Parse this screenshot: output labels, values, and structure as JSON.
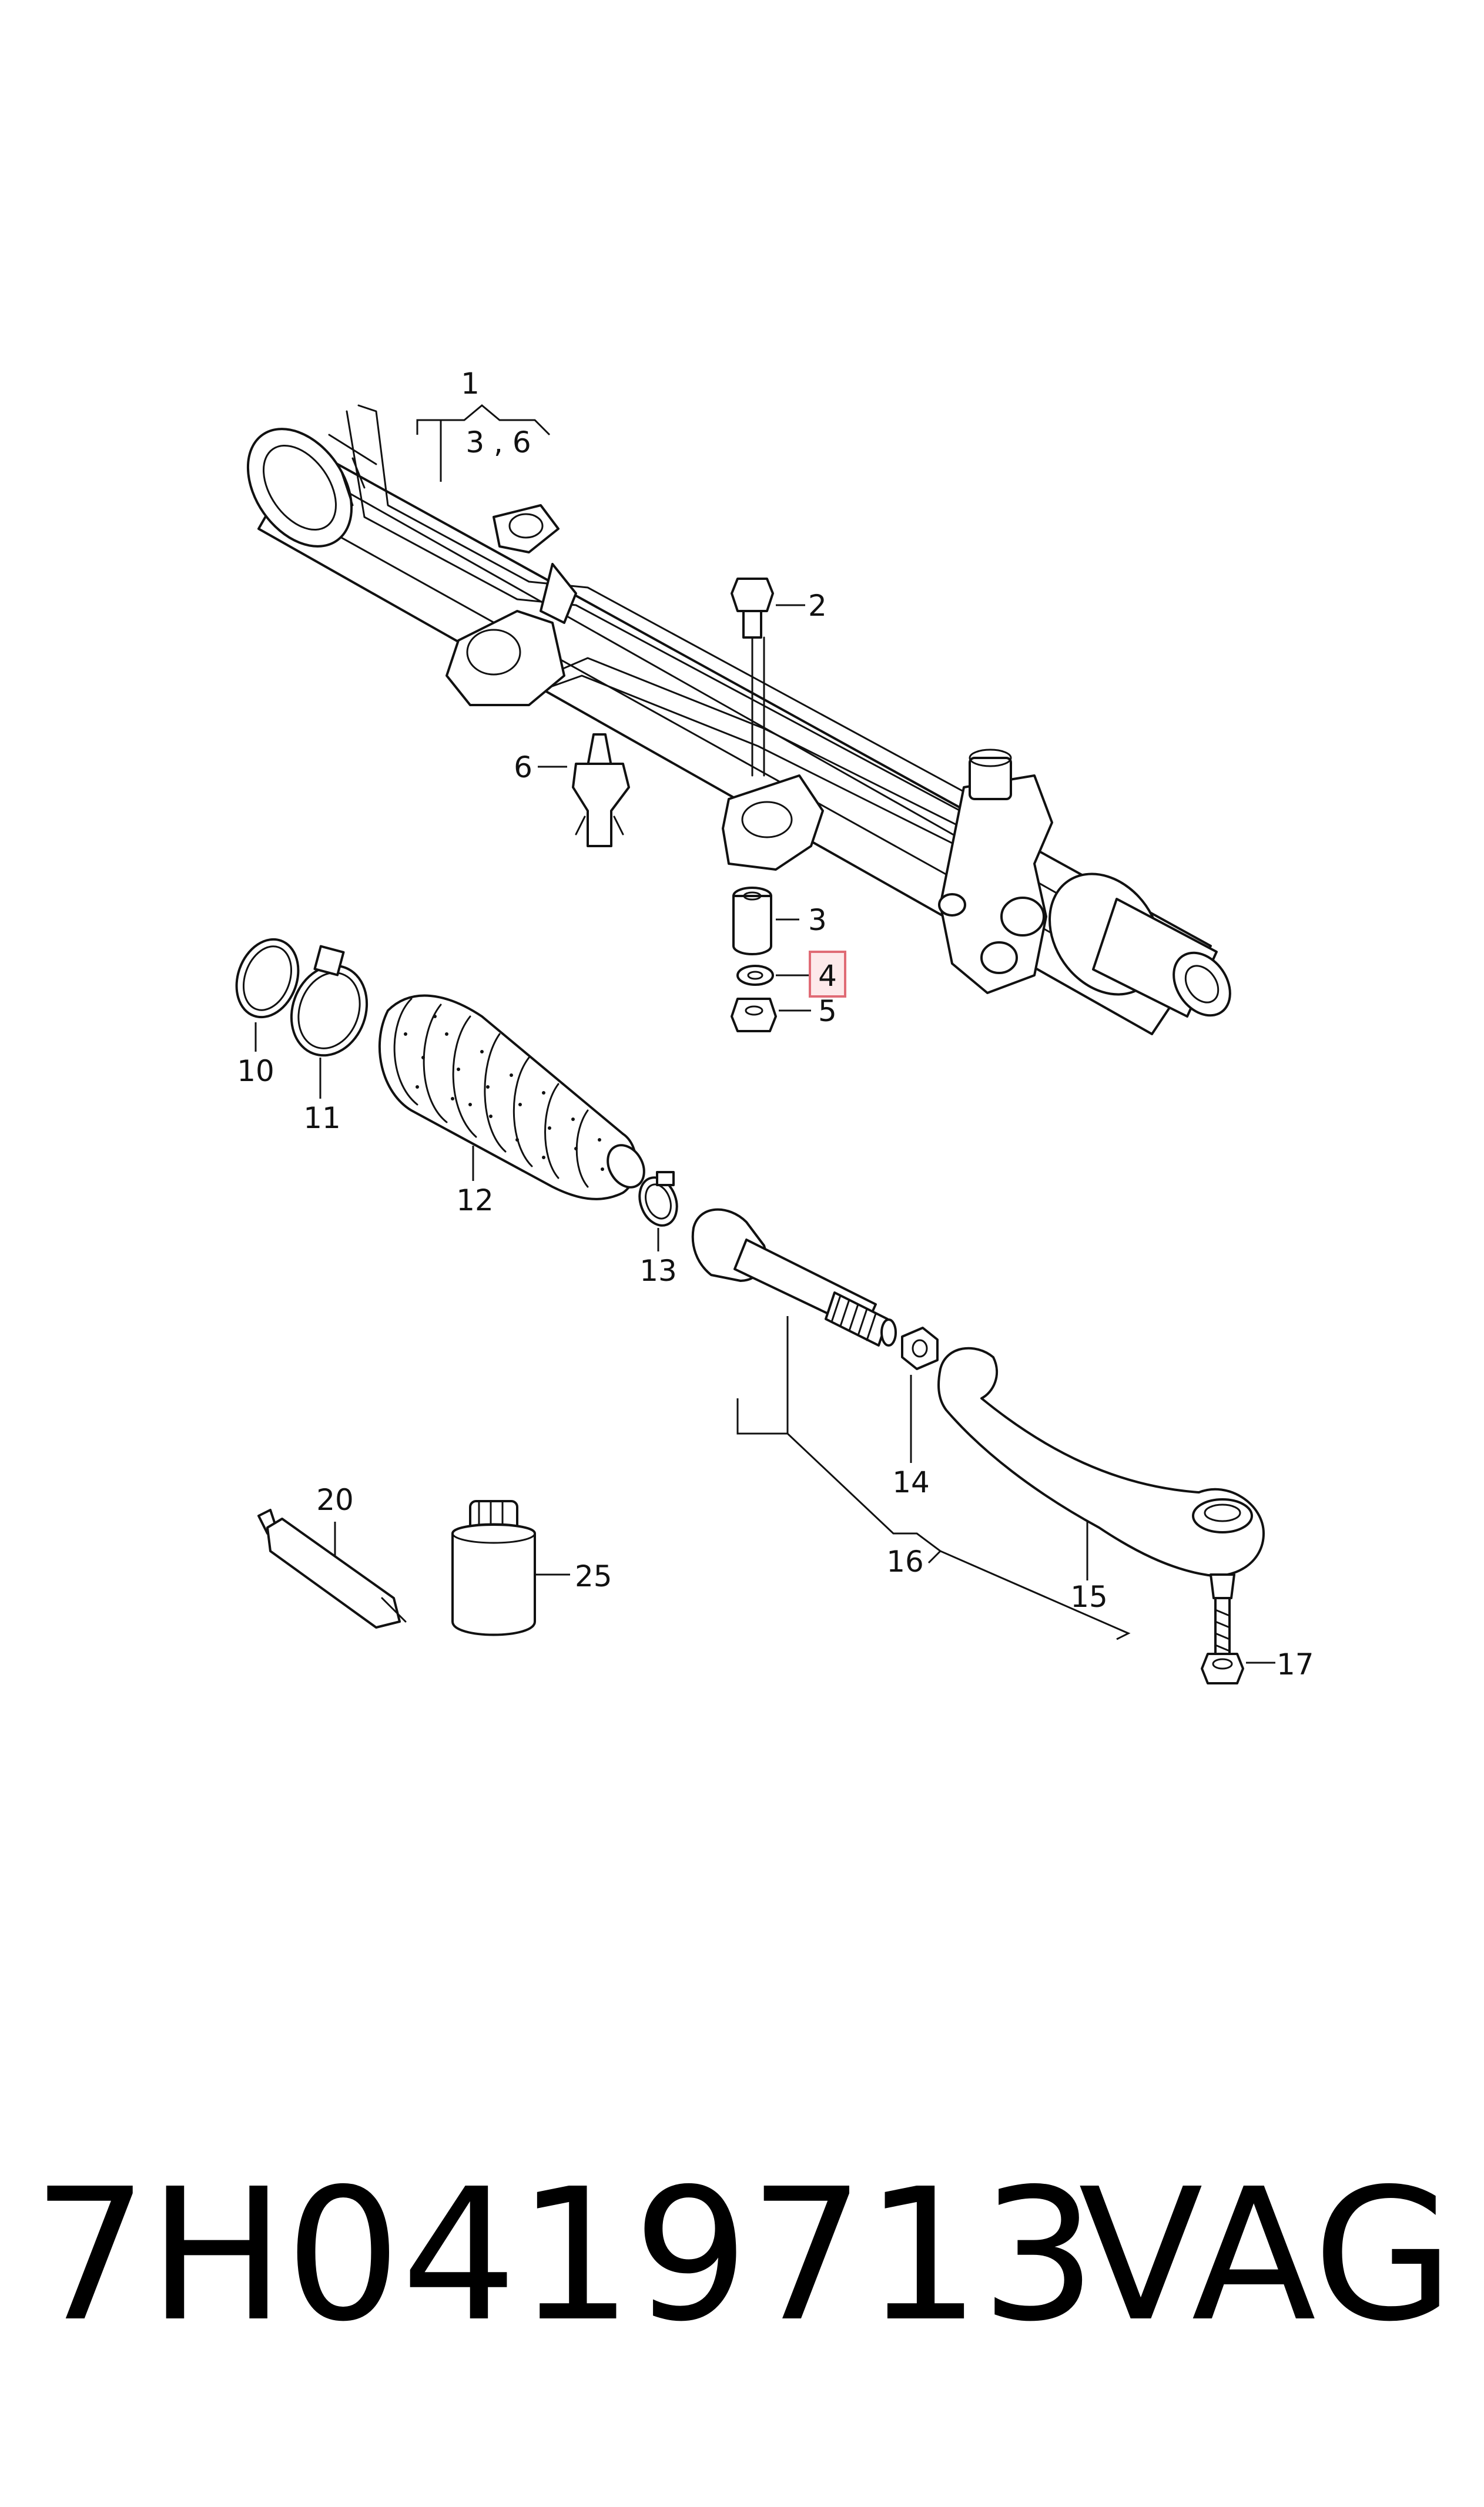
{
  "callouts": {
    "c1": "1",
    "c1_sub": "3 , 6",
    "c2": "2",
    "c3": "3",
    "c4": "4",
    "c5": "5",
    "c6": "6",
    "c10": "10",
    "c11": "11",
    "c12": "12",
    "c13": "13",
    "c14": "14",
    "c15": "15",
    "c16": "16",
    "c17": "17",
    "c20": "20",
    "c25": "25"
  },
  "highlighted_callout": "4",
  "highlight_color": "#e06b75",
  "footer": {
    "part_number": "7H0419713",
    "brand": "VAG"
  }
}
